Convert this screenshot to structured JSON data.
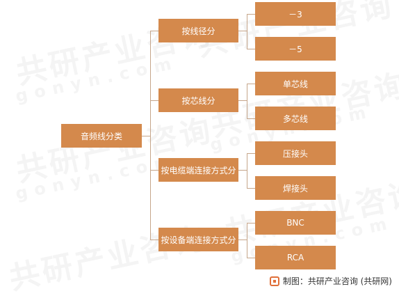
{
  "watermark": {
    "brand_cn": "共研产业咨询",
    "brand_en": "gonyn.com"
  },
  "root": {
    "label": "音频线分类"
  },
  "categories": [
    {
      "label": "按线径分",
      "children": [
        "－3",
        "－5"
      ]
    },
    {
      "label": "按芯线分",
      "children": [
        "单芯线",
        "多芯线"
      ]
    },
    {
      "label": "按电缆端连接方式分",
      "children": [
        "压接头",
        "焊接头"
      ]
    },
    {
      "label": "按设备端连接方式分",
      "children": [
        "BNC",
        "RCA"
      ]
    }
  ],
  "footer": {
    "source": "制图：共研产业咨询 (共研网)"
  },
  "colors": {
    "box": "#d4894c",
    "line": "#c5a58a",
    "box_text": "#ffffff"
  }
}
